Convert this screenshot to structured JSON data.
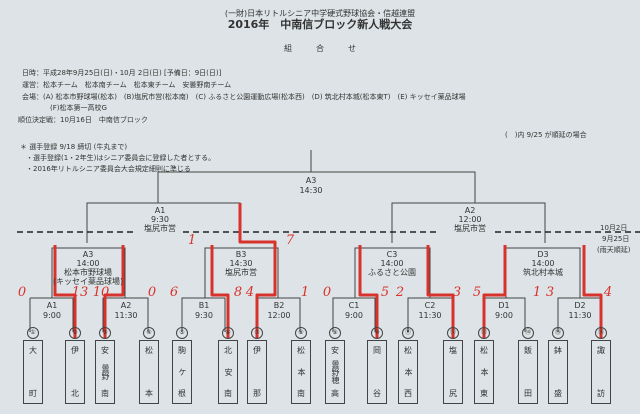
{
  "header": {
    "org": "(一財)日本リトルシニア中学硬式野球協会・信越連盟",
    "title": "2016年　中南信ブロック新人戦大会",
    "subtitle": "組　　　合　　　せ"
  },
  "info": [
    "日時：平成28年9月25日(日)・10月 2日(日) [予備日：9日(日)]",
    "運営：松本チーム　松本南チーム　松本東チーム　安曇野南チーム",
    "会場：(A) 松本市野球場(松本)　(B)塩尻市営(松本南)　(C) ふるさと公園運動広場(松本西)　(D) 筑北村本城(松本東T)　(E) キッセイ薬品球場",
    "(F)松本第一高校G",
    "順位決定戦：10月16日　中南信ブロック"
  ],
  "postpone_note": "(　)内 9/25 が順延の場合",
  "notes": [
    "＊ 選手登録 9/18 締切 (牛丸まで)",
    "・選手登録(1・2年生)はシニア委員会に登録した者とする。",
    "・2016年リトルシニア委員会大会規定細則に準じる"
  ],
  "date_labels": {
    "upper": "10月2日",
    "lower": "9月25日",
    "rain": "(雨天順延)"
  },
  "final": {
    "code": "A3",
    "time": "14:30"
  },
  "semis": [
    {
      "code": "A1",
      "time": "9:30",
      "venue": "塩尻市営"
    },
    {
      "code": "A2",
      "time": "12:00",
      "venue": "塩尻市営"
    }
  ],
  "quarters": [
    {
      "code": "A3",
      "time": "14:00",
      "venue": "松本市野球場",
      "venue2": "(キッセイ薬品球場)"
    },
    {
      "code": "B3",
      "time": "14:30",
      "venue": "塩尻市営"
    },
    {
      "code": "C3",
      "time": "14:00",
      "venue": "ふるさと公園"
    },
    {
      "code": "D3",
      "time": "14:00",
      "venue": "筑北村本城"
    }
  ],
  "first_round": [
    {
      "code": "A1",
      "time": "9:00"
    },
    {
      "code": "A2",
      "time": "11:30"
    },
    {
      "code": "B1",
      "time": "9:30"
    },
    {
      "code": "B2",
      "time": "12:00"
    },
    {
      "code": "C1",
      "time": "9:00"
    },
    {
      "code": "C2",
      "time": "11:30"
    },
    {
      "code": "D1",
      "time": "9:00"
    },
    {
      "code": "D2",
      "time": "11:30"
    }
  ],
  "teams": [
    {
      "n": "①",
      "top": "大",
      "mid": "",
      "bot": "町"
    },
    {
      "n": "②",
      "top": "伊",
      "mid": "",
      "bot": "北"
    },
    {
      "n": "③",
      "top": "安",
      "mid": "曇野",
      "bot": "南"
    },
    {
      "n": "④",
      "top": "松",
      "mid": "",
      "bot": "本"
    },
    {
      "n": "⑤",
      "top": "駒",
      "mid": "ケ",
      "bot": "根"
    },
    {
      "n": "⑥",
      "top": "北",
      "mid": "安",
      "bot": "南"
    },
    {
      "n": "⑦",
      "top": "伊",
      "mid": "",
      "bot": "那"
    },
    {
      "n": "⑧",
      "top": "松",
      "mid": "本",
      "bot": "南"
    },
    {
      "n": "⑨",
      "top": "安",
      "mid": "曇野穂",
      "bot": "高"
    },
    {
      "n": "⑩",
      "top": "岡",
      "mid": "",
      "bot": "谷"
    },
    {
      "n": "⑪",
      "top": "松",
      "mid": "本",
      "bot": "西"
    },
    {
      "n": "⑫",
      "top": "塩",
      "mid": "",
      "bot": "尻"
    },
    {
      "n": "⑬",
      "top": "松",
      "mid": "本",
      "bot": "東"
    },
    {
      "n": "⑭",
      "top": "飯",
      "mid": "",
      "bot": "田"
    },
    {
      "n": "⑮",
      "top": "鉢",
      "mid": "",
      "bot": "盛"
    },
    {
      "n": "⑯",
      "top": "諏",
      "mid": "",
      "bot": "訪"
    }
  ],
  "scores": {
    "r1": [
      "0",
      "13",
      "10",
      "0",
      "6",
      "8",
      "4",
      "1",
      "0",
      "5",
      "2",
      "3",
      "5",
      "1",
      "3",
      "4"
    ],
    "b3": [
      "1",
      "7"
    ]
  },
  "colors": {
    "ink": "#333333",
    "red": "#d8322c",
    "paper": "#dde3e6"
  }
}
